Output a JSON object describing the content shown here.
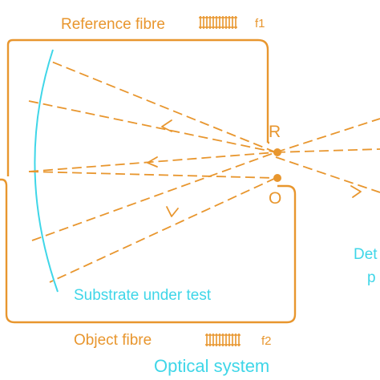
{
  "colors": {
    "orange": "#e8962e",
    "cyan": "#3fd6e8",
    "background": "#ffffff"
  },
  "labels": {
    "reference_fibre": "Reference fibre",
    "reference_freq": "f1",
    "object_fibre": "Object fibre",
    "object_freq": "f2",
    "point_r": "R",
    "point_o": "O",
    "substrate": "Substrate under test",
    "detector_line1": "Det",
    "detector_line2": "p",
    "optical_system": "Optical system"
  },
  "icons": {
    "reference_coil": "fibre-coil-icon",
    "object_coil": "fibre-coil-icon"
  }
}
